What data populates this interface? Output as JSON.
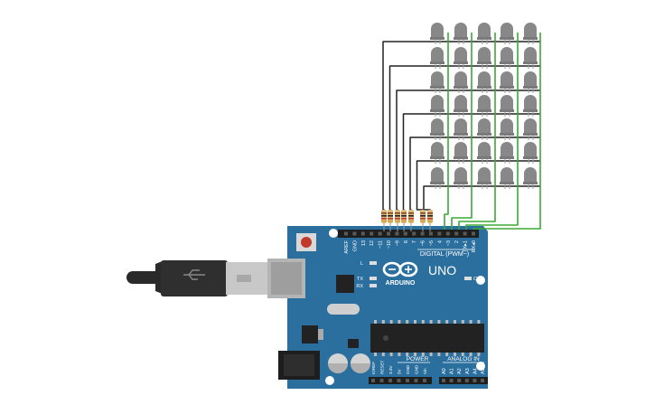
{
  "board": {
    "logo_uno": "UNO",
    "logo_brand": "ARDUINO",
    "on_label": "ON",
    "digital_label": "DIGITAL (PWM~)",
    "power_label": "POWER",
    "analog_label": "ANALOG IN",
    "l_label": "L",
    "tx_label": "TX",
    "rx_label": "RX",
    "top_pin_labels": [
      "AREF",
      "GND",
      "13",
      "12",
      "~11",
      "~10",
      "~9",
      "8",
      "7",
      "~6",
      "~5",
      "4",
      "~3",
      "2",
      "TX▸1",
      "RX◂0"
    ],
    "power_pin_labels": [
      "IOREF",
      "RESET",
      "3.3V",
      "5V",
      "GND",
      "GND",
      "Vin"
    ],
    "analog_pin_labels": [
      "A0",
      "A1",
      "A2",
      "A3",
      "A4",
      "A5"
    ]
  },
  "matrix": {
    "rows": 7,
    "cols": 5
  },
  "colors": {
    "board": "#2b6f9e",
    "wire_black": "#222222",
    "wire_green": "#3aaa35",
    "led": "#888888",
    "usb_plug": "#2a2a2a",
    "usb_metal": "#c8c8c8"
  }
}
